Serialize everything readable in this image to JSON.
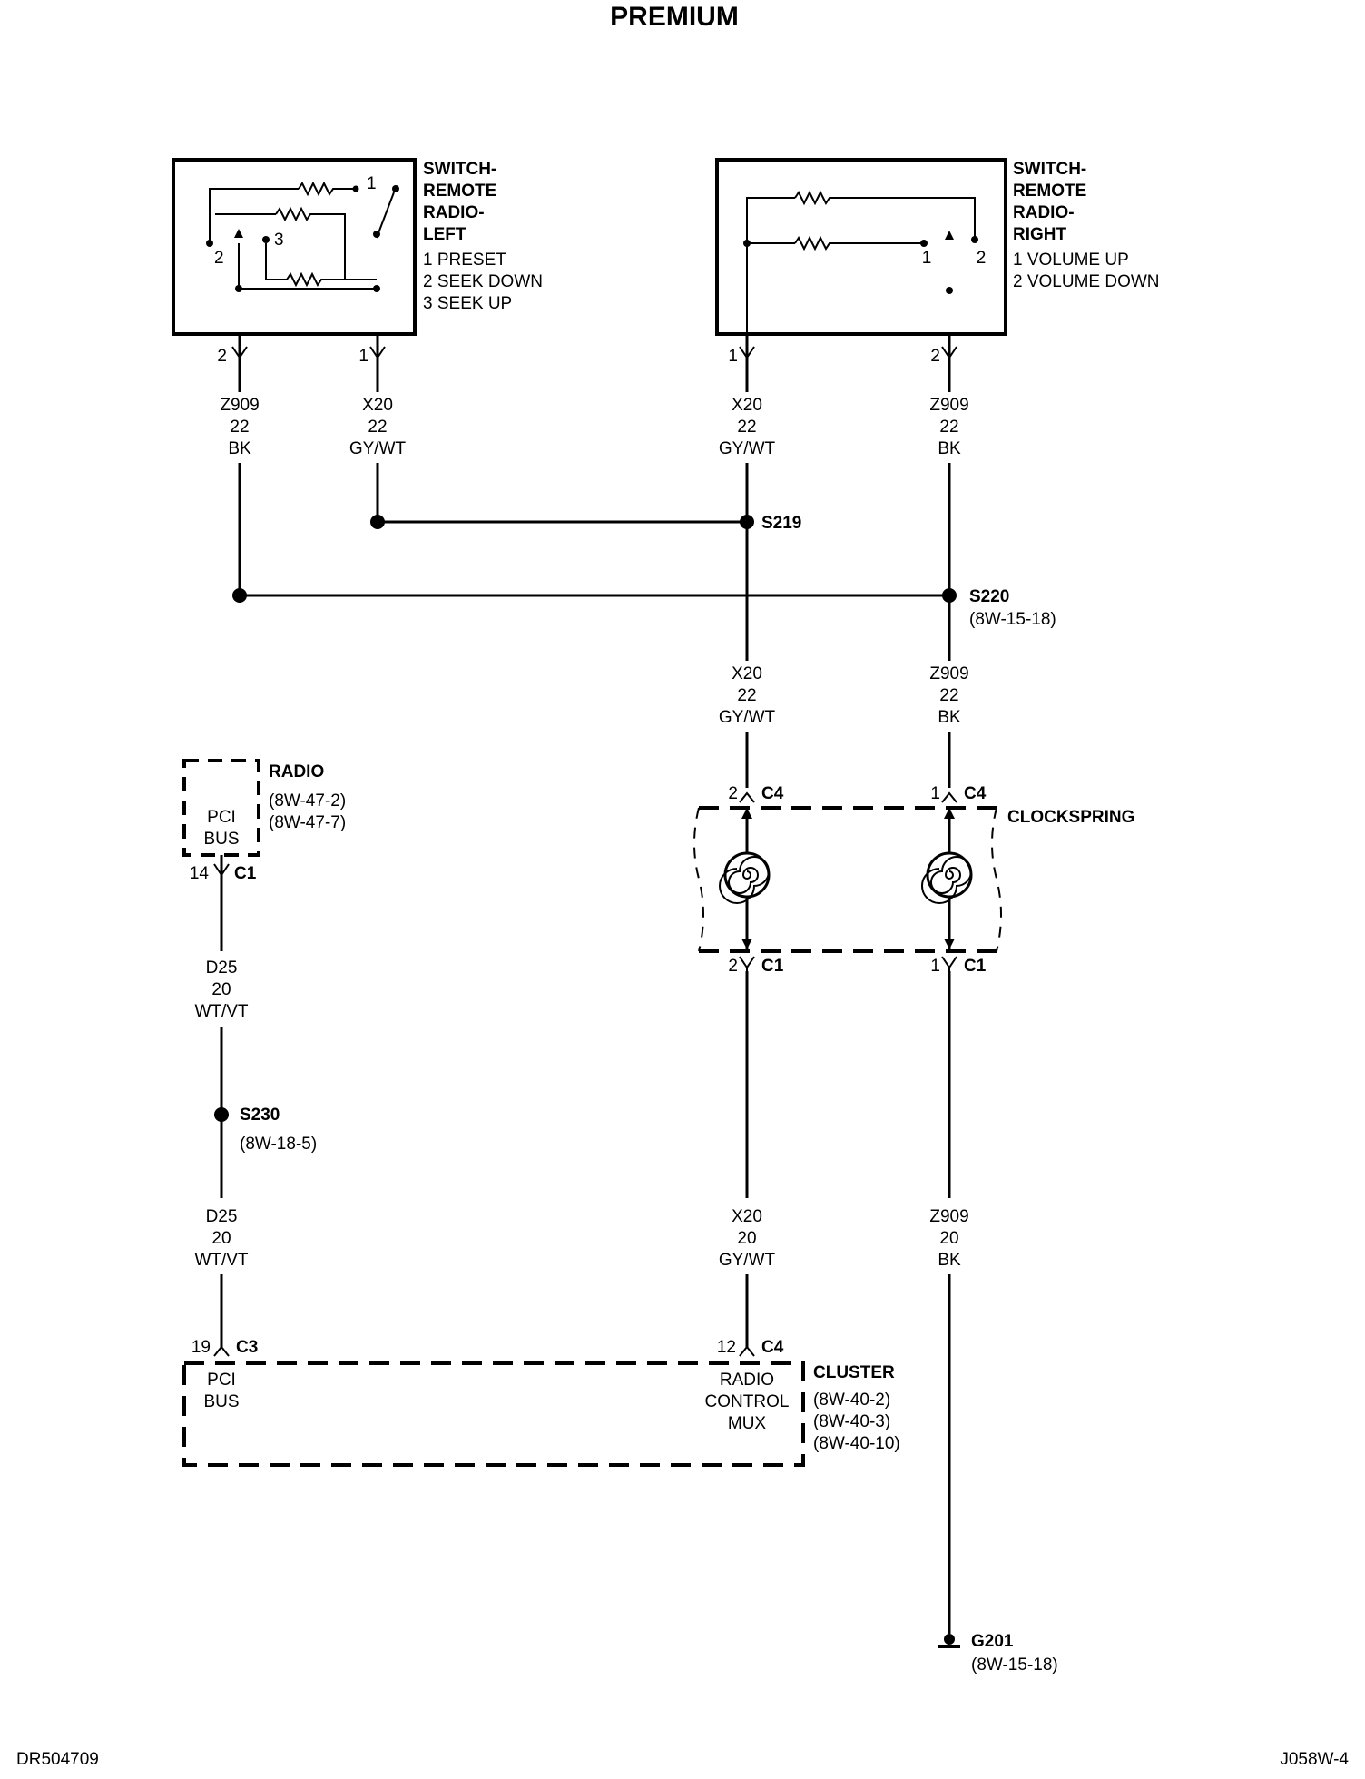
{
  "title": "PREMIUM",
  "footer": {
    "left": "DR504709",
    "right": "J058W-4"
  },
  "switch_left": {
    "label": [
      "SWITCH-",
      "REMOTE",
      "RADIO-",
      "LEFT",
      "1 PRESET",
      "2 SEEK DOWN",
      "3 SEEK UP"
    ],
    "contacts": [
      "1",
      "2",
      "3"
    ],
    "pins": [
      "2",
      "1"
    ]
  },
  "switch_right": {
    "label": [
      "SWITCH-",
      "REMOTE",
      "RADIO-",
      "RIGHT",
      "1 VOLUME UP",
      "2 VOLUME DOWN"
    ],
    "contacts": [
      "1",
      "2"
    ],
    "pins": [
      "1",
      "2"
    ]
  },
  "wires": {
    "w1": [
      "Z909",
      "22",
      "BK"
    ],
    "w2": [
      "X20",
      "22",
      "GY/WT"
    ],
    "w3": [
      "X20",
      "22",
      "GY/WT"
    ],
    "w4": [
      "Z909",
      "22",
      "BK"
    ],
    "w5": [
      "X20",
      "22",
      "GY/WT"
    ],
    "w6": [
      "Z909",
      "22",
      "BK"
    ],
    "w7": [
      "D25",
      "20",
      "WT/VT"
    ],
    "w8": [
      "D25",
      "20",
      "WT/VT"
    ],
    "w9": [
      "X20",
      "20",
      "GY/WT"
    ],
    "w10": [
      "Z909",
      "20",
      "BK"
    ]
  },
  "splices": {
    "s219": {
      "name": "S219"
    },
    "s220": {
      "name": "S220",
      "ref": "(8W-15-18)"
    },
    "s230": {
      "name": "S230",
      "ref": "(8W-18-5)"
    }
  },
  "radio": {
    "name": "RADIO",
    "refs": [
      "(8W-47-2)",
      "(8W-47-7)"
    ],
    "inner": [
      "PCI",
      "BUS"
    ],
    "pin": "14",
    "conn": "C1"
  },
  "clockspring": {
    "name": "CLOCKSPRING",
    "top_left": {
      "pin": "2",
      "conn": "C4"
    },
    "top_right": {
      "pin": "1",
      "conn": "C4"
    },
    "bot_left": {
      "pin": "2",
      "conn": "C1"
    },
    "bot_right": {
      "pin": "1",
      "conn": "C1"
    }
  },
  "cluster": {
    "name": "CLUSTER",
    "refs": [
      "(8W-40-2)",
      "(8W-40-3)",
      "(8W-40-10)"
    ],
    "pci": [
      "PCI",
      "BUS"
    ],
    "mux": [
      "RADIO",
      "CONTROL",
      "MUX"
    ],
    "pin_left": {
      "pin": "19",
      "conn": "C3"
    },
    "pin_right": {
      "pin": "12",
      "conn": "C4"
    }
  },
  "ground": {
    "name": "G201",
    "ref": "(8W-15-18)"
  }
}
